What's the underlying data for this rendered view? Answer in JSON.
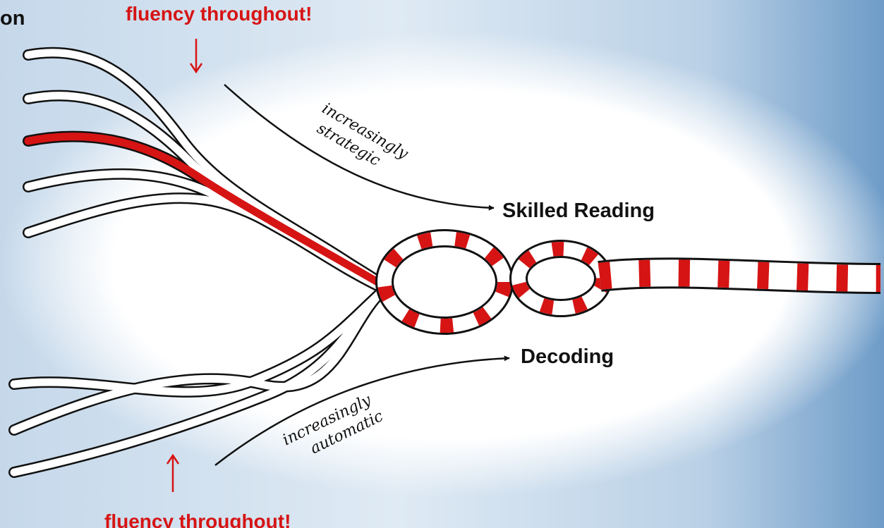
{
  "title_fragment": "on",
  "top_note": "fluency throughout!",
  "bottom_note": "fluency throughout!",
  "upper_arrow_caption": [
    "increasingly",
    "strategic"
  ],
  "lower_arrow_caption": [
    "increasingly",
    "automatic"
  ],
  "label_upper": "Skilled Reading",
  "label_lower": "Decoding",
  "colors": {
    "highlight": "#d61414",
    "rope": "#ffffff",
    "ink": "#111111",
    "background": "#dfeaf4"
  }
}
